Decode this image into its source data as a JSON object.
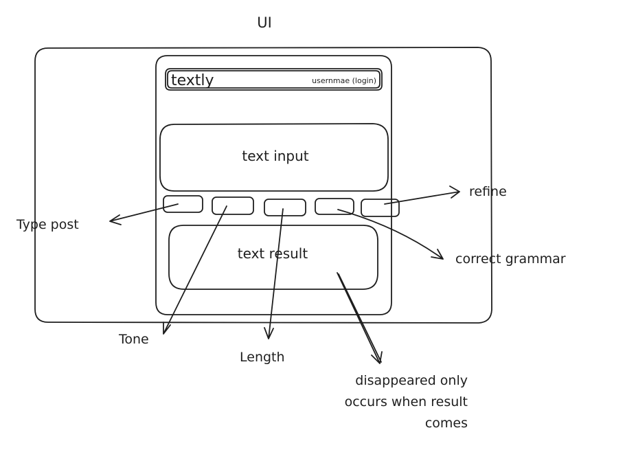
{
  "title": "UI",
  "app": {
    "brand": "textly",
    "user_label": "usernmae (login)",
    "input_label": "text input",
    "result_label": "text result"
  },
  "annotations": {
    "type_post": "Type post",
    "tone": "Tone",
    "length": "Length",
    "correct_grammar": "correct grammar",
    "refine": "refine",
    "note_line1": "disappeared only",
    "note_line2": "occurs when result",
    "note_line3": "comes"
  }
}
